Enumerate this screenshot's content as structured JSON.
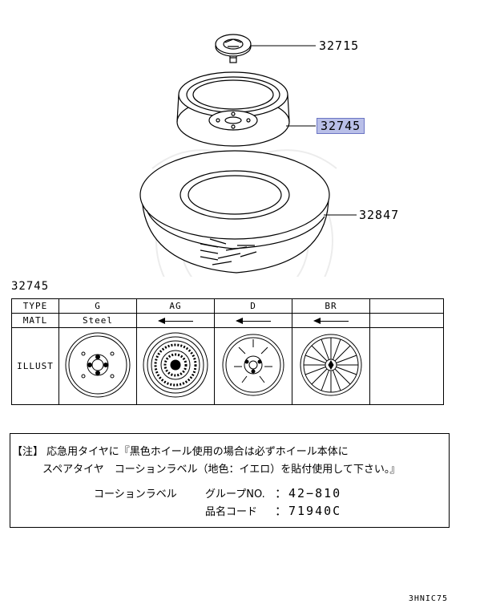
{
  "callouts": {
    "hub_bolt": "32715",
    "wheel": "32745",
    "tire": "32847"
  },
  "table": {
    "title": "32745",
    "row_labels": {
      "type": "TYPE",
      "matl": "MATL",
      "illust": "ILLUST"
    },
    "types": [
      "G",
      "AG",
      "D",
      "BR"
    ],
    "matl_first": "Steel",
    "illust_names": [
      "steel-wheel-icon",
      "alloy-wheel-icon",
      "disc-wheel-icon",
      "spoke-cover-wheel-icon"
    ]
  },
  "note": {
    "line1": "【注】 応急用タイヤに『黒色ホイール使用の場合は必ずホイール本体に",
    "line2": "スペアタイヤ　コーションラベル（地色：イエロ）を貼付使用して下さい。』",
    "label_title": "コーションラベル",
    "group_key": "グループNO.",
    "group_val": "：42−810",
    "part_key": "品名コード",
    "part_val": "：71940C"
  },
  "colors": {
    "highlight": "#b9bfe8"
  },
  "diagram_code": "3HNIC75"
}
